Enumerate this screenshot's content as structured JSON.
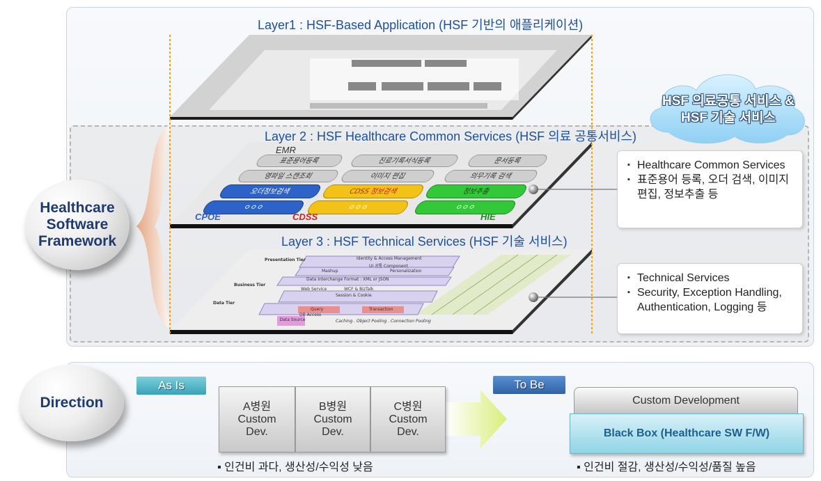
{
  "framework": {
    "circle_label": "Healthcare Software Framework",
    "cloud_label": "HSF 의료공통 서비스 & HSF 기술 서비스"
  },
  "layer1": {
    "title": "Layer1 : HSF-Based Application (HSF 기반의 애플리케이션)"
  },
  "layer2": {
    "title": "Layer 2 : HSF Healthcare Common Services (HSF 의료 공통서비스)",
    "emr_label": "EMR",
    "row1": [
      "표준용어등록",
      "진료기록서식등록",
      "문서등록"
    ],
    "row2": [
      "영파일 스캔조회",
      "이미지 편집",
      "의무기록 검색"
    ],
    "row3": [
      "오더정보검색",
      "CDSS 정보검색",
      "정보추출"
    ],
    "row4": [
      "ㅇㅇㅇ",
      "ㅇㅇㅇ",
      "ㅇㅇㅇ"
    ],
    "bottom_labels": [
      "CPOE",
      "CDSS",
      "HIE"
    ],
    "callout": [
      "Healthcare Common Services",
      "표준용어 등록, 오더 검색, 이미지 편집, 정보추출 등"
    ]
  },
  "layer3": {
    "title": "Layer 3 : HSF Technical Services (HSF 기술 서비스)",
    "tiers": [
      "Presentation Tier",
      "Business Tier",
      "Data Tier"
    ],
    "rows": [
      "Identity & Access Management",
      "UI 공통 Component",
      "Mashup",
      "Personalization",
      "Data Interchange Format : XML or JSON",
      "Web Service",
      "WCF & BizTalk",
      "Session & Cookie",
      "Query",
      "Transaction",
      "DB Access",
      "Data Source",
      "Caching . Object Pooling . Connection Pooling"
    ],
    "callout": [
      "Technical Services",
      "Security, Exception Handling, Authentication, Logging 등"
    ]
  },
  "direction": {
    "circle_label": "Direction",
    "as_is_label": "As Is",
    "to_be_label": "To Be",
    "hospitals": [
      "A병원\nCustom\nDev.",
      "B병원\nCustom\nDev.",
      "C병원\nCustom\nDev."
    ],
    "as_is_note": "인건비 과다, 생산성/수익성 낮음",
    "custom_dev": "Custom Development",
    "black_box": "Black Box (Healthcare SW F/W)",
    "to_be_note": "인건비 절감, 생산성/수익성/품질 높음"
  },
  "colors": {
    "title_blue": "#1e4f9c",
    "cpoe_blue": "#2d63c8",
    "cdss_yellow": "#f2c316",
    "hie_green": "#32c837",
    "guide_orange": "#f0a020"
  }
}
